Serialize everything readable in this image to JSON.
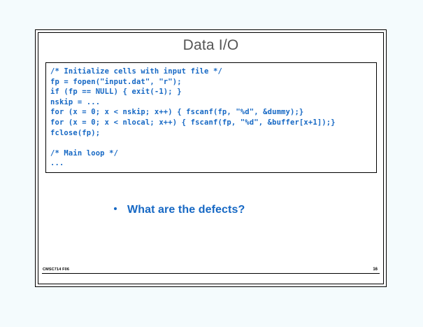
{
  "slide": {
    "title": "Data I/O",
    "code": {
      "lines": [
        "/* Initialize cells with input file */",
        "fp = fopen(\"input.dat\", \"r\");",
        "if (fp == NULL) { exit(-1); }",
        "nskip = ...",
        "for (x = 0; x < nskip; x++) { fscanf(fp, \"%d\", &dummy);}",
        "for (x = 0; x < nlocal; x++) { fscanf(fp, \"%d\", &buffer[x+1]);}",
        "fclose(fp);",
        "",
        "/* Main loop */",
        "..."
      ]
    },
    "bullets": [
      {
        "text": "What are the defects?"
      }
    ],
    "footer": {
      "left": "CMSC714 F06",
      "page": "16"
    },
    "colors": {
      "code_blue": "#1668c4",
      "title_gray": "#555555",
      "page_background": "#f4fbfd",
      "slide_background": "#ffffff",
      "border": "#000000"
    }
  }
}
